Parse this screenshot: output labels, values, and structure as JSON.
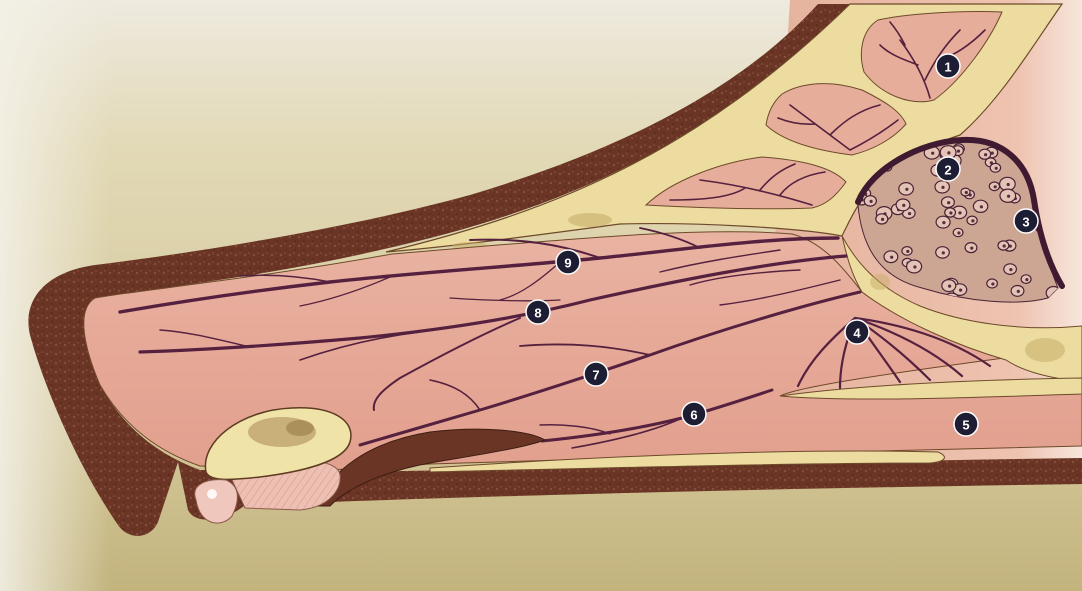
{
  "figure": {
    "callouts": [
      "1",
      "2",
      "3",
      "4",
      "5",
      "6",
      "7",
      "8",
      "9"
    ]
  },
  "colors": {
    "shell": "#6b3526",
    "cartilage": "#ecdca0",
    "tissue": "#e6aa98",
    "vessel": "#55213f",
    "cells": "#cda593",
    "callout": "#1d1d33"
  }
}
